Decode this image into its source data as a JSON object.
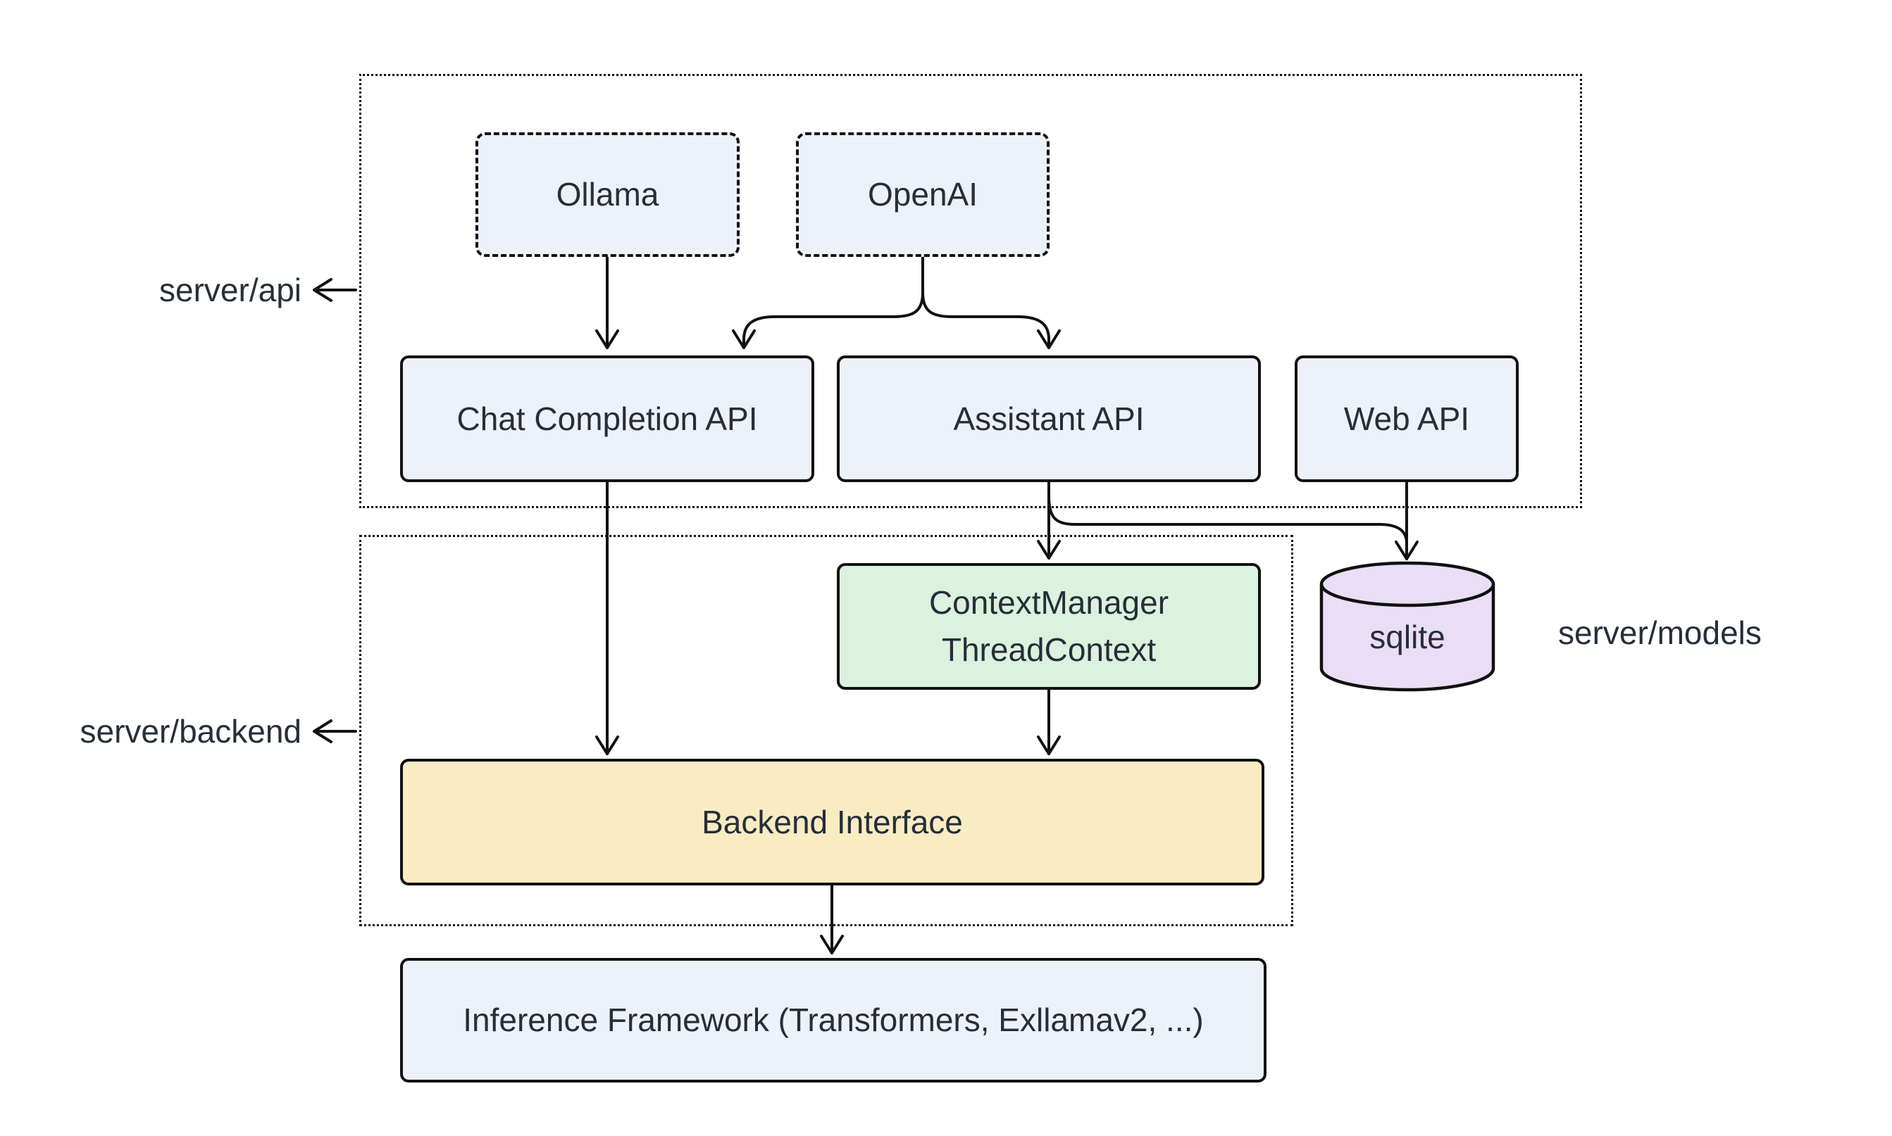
{
  "regions": {
    "api": {
      "label": "server/api"
    },
    "backend": {
      "label": "server/backend"
    },
    "models": {
      "label": "server/models"
    }
  },
  "nodes": {
    "ollama": {
      "label": "Ollama"
    },
    "openai": {
      "label": "OpenAI"
    },
    "chat_completion_api": {
      "label": "Chat Completion API"
    },
    "assistant_api": {
      "label": "Assistant API"
    },
    "web_api": {
      "label": "Web API"
    },
    "context_manager": {
      "line1": "ContextManager",
      "line2": "ThreadContext"
    },
    "sqlite": {
      "label": "sqlite"
    },
    "backend_interface": {
      "label": "Backend Interface"
    },
    "inference_framework": {
      "label": "Inference Framework (Transformers, Exllamav2, ...)"
    }
  },
  "edges": [
    {
      "from": "Ollama",
      "to": "Chat Completion API"
    },
    {
      "from": "OpenAI",
      "to": "Chat Completion API"
    },
    {
      "from": "OpenAI",
      "to": "Assistant API"
    },
    {
      "from": "Chat Completion API",
      "to": "Backend Interface"
    },
    {
      "from": "Assistant API",
      "to": "ContextManager ThreadContext"
    },
    {
      "from": "Assistant API",
      "to": "sqlite"
    },
    {
      "from": "Web API",
      "to": "sqlite"
    },
    {
      "from": "ContextManager ThreadContext",
      "to": "Backend Interface"
    },
    {
      "from": "Backend Interface",
      "to": "Inference Framework (Transformers, Exllamav2, ...)"
    }
  ],
  "colors": {
    "node_blue": "#ecf1fa",
    "node_green": "#dbf2de",
    "node_yellow": "#faecc2",
    "node_purple": "#eadef7",
    "stroke": "#111111",
    "text": "#272e3a",
    "background": "#ffffff"
  }
}
